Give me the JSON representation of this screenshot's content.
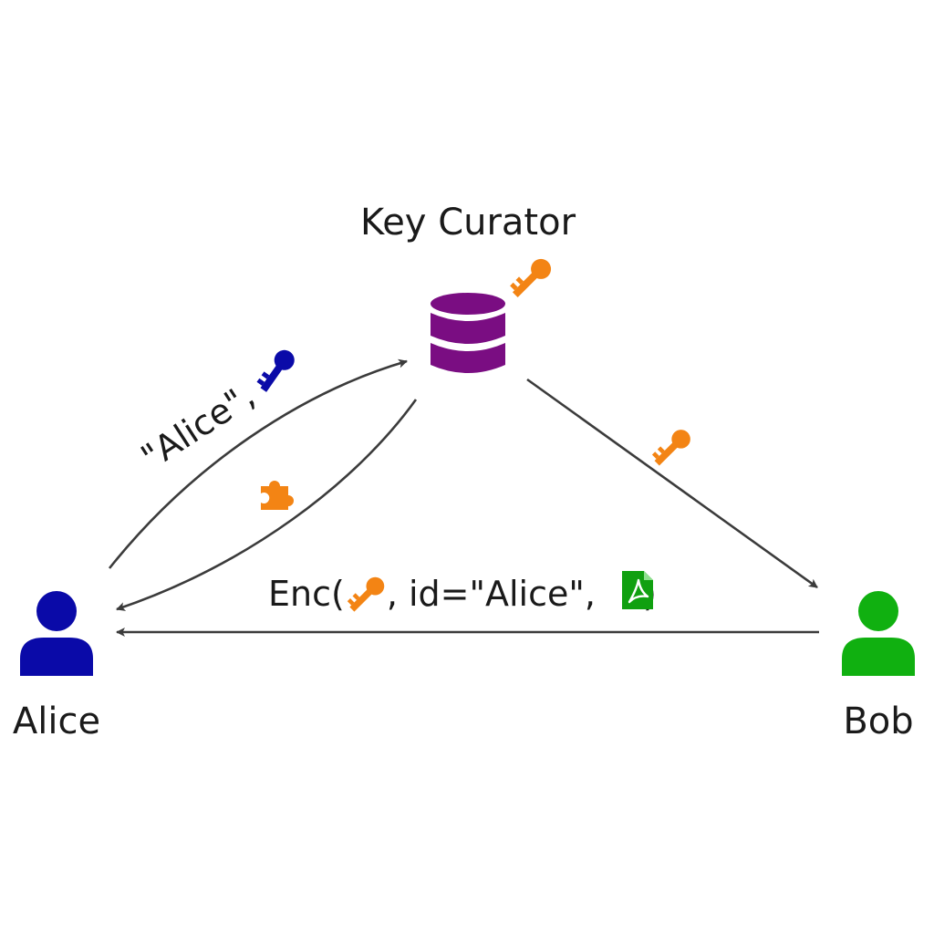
{
  "nodes": {
    "curator": {
      "label": "Key Curator"
    },
    "alice": {
      "label": "Alice"
    },
    "bob": {
      "label": "Bob"
    }
  },
  "edges": {
    "alice_to_curator": {
      "label": "\"Alice\","
    },
    "bob_to_alice": {
      "label_prefix": "Enc(",
      "label_middle": ", id=\"Alice\", ",
      "label_suffix": ")"
    }
  },
  "icons": {
    "curator_database": "database-icon",
    "curator_key": "key-icon",
    "alice_key": "key-icon",
    "partial_key": "puzzle-piece-icon",
    "bob_received_key": "key-icon",
    "enc_key": "key-icon",
    "pdf_document": "pdf-file-icon",
    "alice_user": "user-icon",
    "bob_user": "user-icon"
  },
  "colors": {
    "alice": "#0a0aa8",
    "bob": "#10b010",
    "curator": "#7a0d82",
    "key": "#f38414",
    "arrow": "#3b3b3b",
    "pdf": "#10a010"
  }
}
